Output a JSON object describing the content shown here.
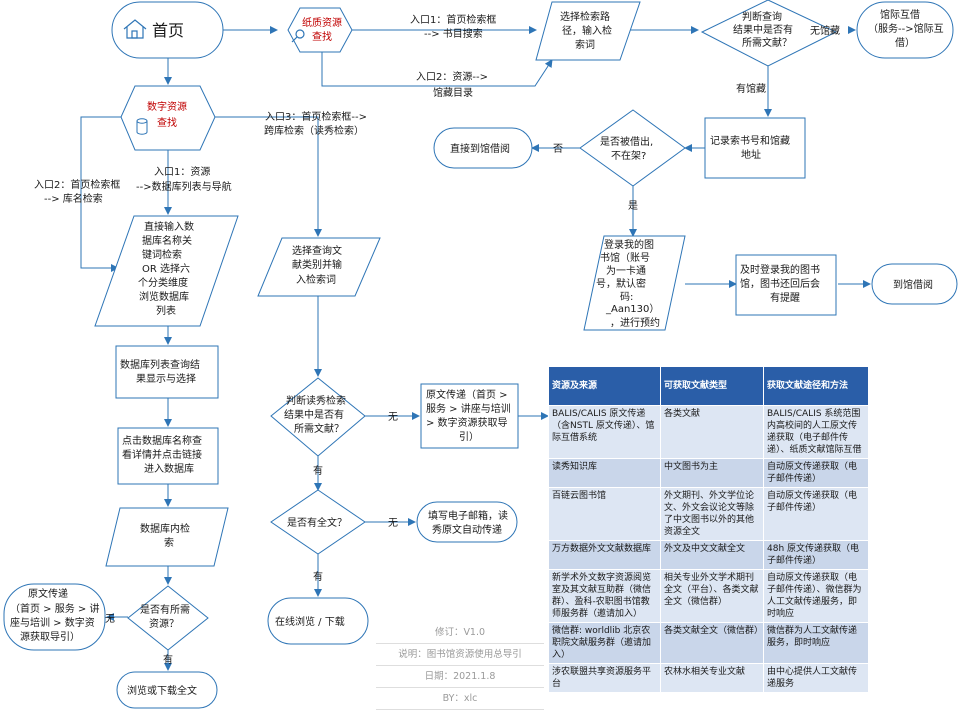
{
  "nodes": {
    "home": "首页",
    "paper_search": [
      "纸质资源",
      "查找"
    ],
    "paper_entry1": [
      "入口1：首页检索框",
      "--> 书目搜索"
    ],
    "paper_entry2": [
      "入口2：资源-->",
      "馆藏目录"
    ],
    "select_path": [
      "选择检索路",
      "径，输入检",
      "索词"
    ],
    "judge_holding": [
      "判断查询",
      "结果中是否有",
      "所需文献？"
    ],
    "no_holding": "无馆藏",
    "ill": [
      "馆际互借",
      "（服务-->馆际互",
      "借）"
    ],
    "has_holding": "有馆藏",
    "record_call": [
      "记录索书号和馆藏",
      "地址"
    ],
    "can_borrow": [
      "是否被借出,",
      "不在架?"
    ],
    "no": "否",
    "yes": "是",
    "go_desk": "直接到馆借阅",
    "login_lib": [
      "登录我的图",
      "书馆（账号",
      "为一卡通",
      "号，默认密",
      "码:",
      "_Aan130）",
      "，进行预约"
    ],
    "login_notify": [
      "及时登录我的图书",
      "馆，图书还回后会",
      "有提醒"
    ],
    "go_desk2": "到馆借阅",
    "digital_search": [
      "数字资源",
      "查找"
    ],
    "dig_entry1": [
      "入口1：资源",
      "-->数据库列表与导航"
    ],
    "dig_entry2": [
      "入口2：首页检索框",
      "--> 库名检索"
    ],
    "dig_entry3": [
      "入口3：首页检索框-->",
      "跨库检索（读秀检索）"
    ],
    "direct_input": [
      "直接输入数",
      "据库名称关",
      "键词检索",
      "OR 选择六",
      "个分类维度",
      "浏览数据库",
      "列表"
    ],
    "db_list": [
      "数据库列表查询结",
      "果显示与选择"
    ],
    "click_db": [
      "点击数据库名称查",
      "看详情并点击链接",
      "进入数据库"
    ],
    "in_db_search": [
      "数据库内检",
      "索"
    ],
    "has_resource": [
      "是否有所需",
      "资源？"
    ],
    "none": "无",
    "have": "有",
    "doc_delivery_left": [
      "原文传递",
      "（首页 > 服务 > 讲",
      "座与培训 > 数字资",
      "源获取导引）"
    ],
    "browse_dl": "浏览或下载全文",
    "select_type": [
      "选择查询文",
      "献类别并输",
      "入检索词"
    ],
    "judge_duxiu": [
      "判断读秀检索",
      "结果中是否有",
      "所需文献？"
    ],
    "doc_delivery_mid": [
      "原文传递（首页 >",
      "服务 > 讲座与培训",
      "> 数字资源获取导",
      "引）"
    ],
    "has_fulltext": "是否有全文？",
    "fill_email": [
      "填写电子邮箱，读",
      "秀原文自动传递"
    ],
    "online": "在线浏览 / 下载"
  },
  "table": {
    "headers": [
      "资源及来源",
      "可获取文献类型",
      "获取文献途径和方法"
    ],
    "rows": [
      [
        "BALIS/CALIS 原文传递（含NSTL 原文传递）、馆际互借系统",
        "各类文献",
        "BALIS/CALIS 系统范围内高校间的人工原文传递获取（电子邮件传递）、纸质文献馆际互借"
      ],
      [
        "读秀知识库",
        "中文图书为主",
        "自动原文传递获取（电子邮件传递）"
      ],
      [
        "百链云图书馆",
        "外文期刊、外文学位论文、外文会议论文等除了中文图书以外的其他资源全文",
        "自动原文传递获取（电子邮件传递）"
      ],
      [
        "万方数据外文文献数据库",
        "外文及中文文献全文",
        "48h 原文传递获取（电子邮件传递）"
      ],
      [
        "新学术外文数字资源阅览室及其文献互助群（微信群）、盈科-农职图书馆教师服务群（邀请加入）",
        "相关专业外文学术期刊全文（平台）、各类文献全文（微信群）",
        "自动原文传递获取（电子邮件传递）、微信群为人工文献传递服务，即时响应"
      ],
      [
        "微信群: worldlib 北京农职院文献服务群（邀请加入）",
        "各类文献全文（微信群）",
        "微信群为人工文献传递服务，即时响应"
      ],
      [
        "涉农联盟共享资源服务平台",
        "农林水相关专业文献",
        "由中心提供人工文献传递服务"
      ]
    ]
  },
  "note": [
    "修订：V1.0",
    "说明：图书馆资源使用总导引",
    "日期：2021.1.8",
    "BY：xlc"
  ]
}
